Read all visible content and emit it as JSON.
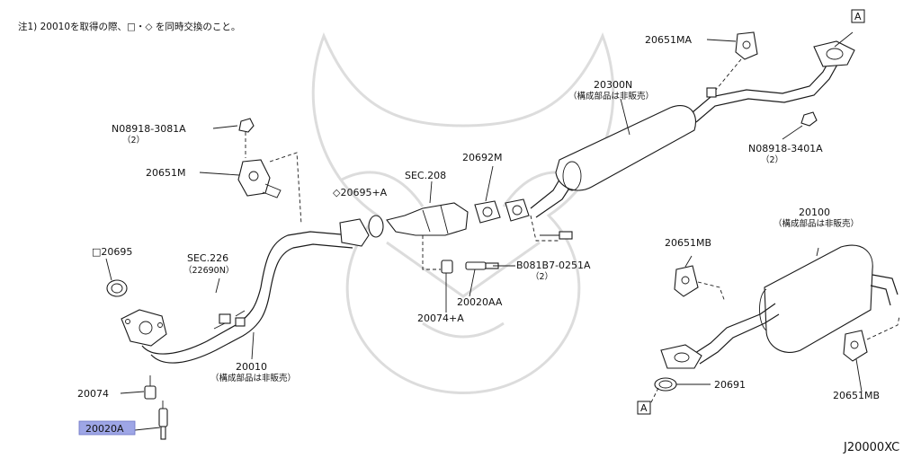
{
  "note": "注1) 20010を取得の際、□・◇ を同時交換のこと。",
  "diagram_code": "J20000XC",
  "parts": {
    "p20651MA": "20651MA",
    "p20300N": "20300N",
    "p20300N_note": "（構成部品は非販売）",
    "p08918_3081A": "N08918-3081A",
    "p08918_3081A_qty": "（2）",
    "p20651M": "20651M",
    "p20692M": "20692M",
    "sec208": "SEC.208",
    "p20695A": "◇20695+A",
    "p08918_3401A": "N08918-3401A",
    "p08918_3401A_qty": "（2）",
    "p20100": "20100",
    "p20100_note": "（構成部品は非販売）",
    "p20695": "□20695",
    "sec226": "SEC.226",
    "sec226_sub": "（22690N）",
    "p081B7_0251A": "B081B7-0251A",
    "p081B7_0251A_qty": "（2）",
    "p20651MB_top": "20651MB",
    "p20020AA": "20020AA",
    "p20074A": "20074+A",
    "p20010": "20010",
    "p20010_note": "（構成部品は非販売）",
    "p20074": "20074",
    "p20691": "20691",
    "p20651MB_bottom": "20651MB",
    "p20020A": "20020A"
  },
  "refs": {
    "ref_a_top": "A",
    "ref_a_bottom": "A"
  },
  "colors": {
    "highlight": "#9ea6e6"
  }
}
